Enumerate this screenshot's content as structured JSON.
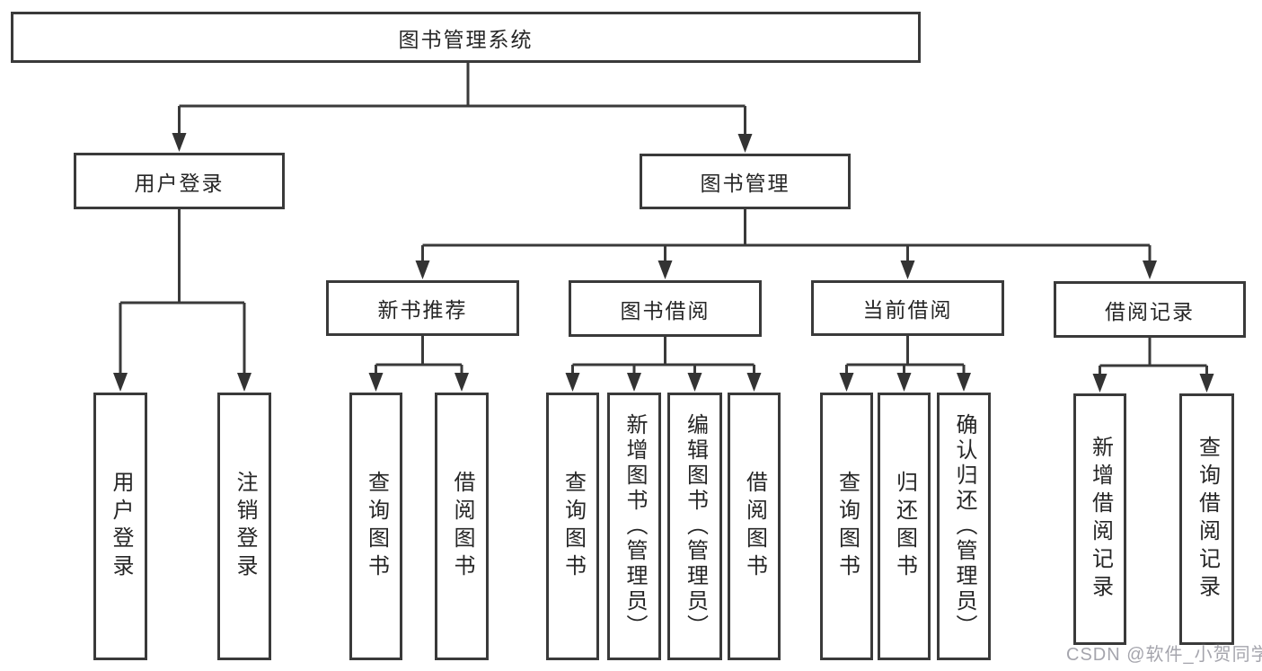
{
  "diagram_type": "hierarchy-tree",
  "colors": {
    "line": "#3a3a3a",
    "box_border": "#3a3a3a",
    "box_fill": "#ffffff",
    "text": "#262626",
    "background": "#ffffff",
    "watermark": "#a5a5ad"
  },
  "watermark": {
    "text": "CSDN @软件_小贺同学"
  },
  "tree": {
    "label": "图书管理系统",
    "children": [
      {
        "label": "用户登录",
        "children": [
          {
            "label": "用户登录"
          },
          {
            "label": "注销登录"
          }
        ]
      },
      {
        "label": "图书管理",
        "children": [
          {
            "label": "新书推荐",
            "children": [
              {
                "label": "查询图书"
              },
              {
                "label": "借阅图书"
              }
            ]
          },
          {
            "label": "图书借阅",
            "children": [
              {
                "label": "查询图书"
              },
              {
                "label": "新增图书（管理员）"
              },
              {
                "label": "编辑图书（管理员）"
              },
              {
                "label": "借阅图书"
              }
            ]
          },
          {
            "label": "当前借阅",
            "children": [
              {
                "label": "查询图书"
              },
              {
                "label": "归还图书"
              },
              {
                "label": "确认归还（管理员）"
              }
            ]
          },
          {
            "label": "借阅记录",
            "children": [
              {
                "label": "新增借阅记录"
              },
              {
                "label": "查询借阅记录"
              }
            ]
          }
        ]
      }
    ]
  }
}
